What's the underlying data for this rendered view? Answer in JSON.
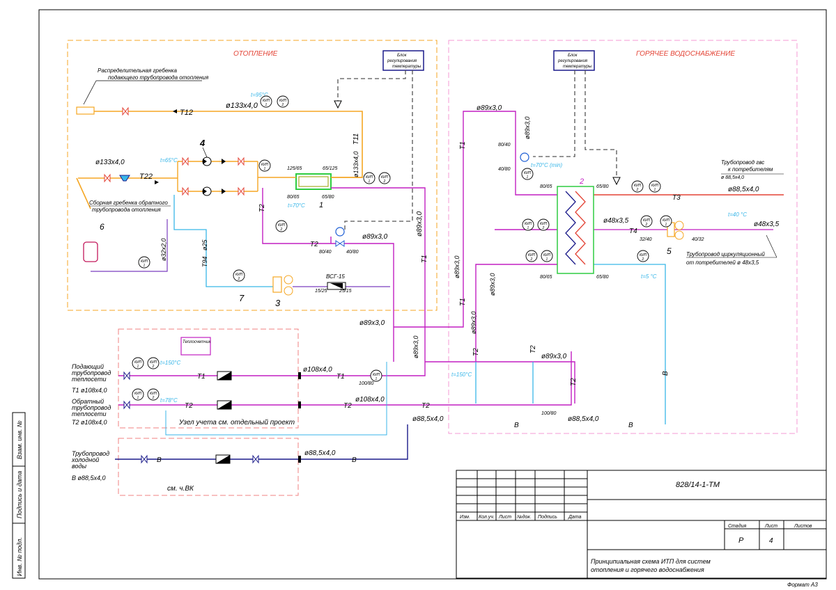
{
  "sections": {
    "heating_title": "ОТОПЛЕНИЕ",
    "dhw_title": "ГОРЯЧЕЕ ВОДОСНАБЖЕНИЕ",
    "meter_note": "Узел учета см. отдельный проект",
    "cold_water_note": "см. ч.ВК"
  },
  "control_blocks": {
    "heating": [
      "Блок",
      "регулирования",
      "температуры"
    ],
    "dhw": [
      "Блок",
      "регулирования",
      "температуры"
    ]
  },
  "heat_meter_label": "Теплосчетчик",
  "labels": {
    "supply_comb": [
      "Распределительная гребенка",
      "подающего трубопровода отопления"
    ],
    "return_comb": [
      "Сборная гребенка обратного",
      "трубопровода отопления"
    ],
    "heat_supply": [
      "Подающий",
      "трубопровод",
      "теплосети"
    ],
    "heat_supply_size": "Т1 ø108х4,0",
    "heat_return": [
      "Обратный",
      "трубопровод",
      "теплосети"
    ],
    "heat_return_size": "Т2 ø108х4,0",
    "cold_water": [
      "Трубопровод",
      "холодной",
      "воды"
    ],
    "cold_water_size": "В ø88,5х4,0",
    "dhw_pipe": [
      "Трубопровод гвс",
      "к потребителям",
      "ø 88,5х4,0"
    ],
    "circ_pipe": [
      "Трубопровод циркуляционный",
      "от потребителей ø 48х3,5"
    ]
  },
  "pipe_labels": {
    "t12": "Т12",
    "t11": "Т11",
    "t22": "Т22",
    "t94": "Т94",
    "t2": "Т2",
    "t1": "Т1",
    "t3": "Т3",
    "t4": "Т4",
    "v": "В"
  },
  "sizes": {
    "d133": "ø133х4,0",
    "d89": "ø89х3,0",
    "d108": "ø108х4,0",
    "d88": "ø88,5х4,0",
    "d48": "ø48х3,5",
    "d32": "ø32х2,0",
    "d25": "ø25",
    "vsg": "ВСГ-15"
  },
  "valve_sizes": {
    "v125_65": "125/65",
    "v65_125": "65/125",
    "v80_65": "80/65",
    "v65_80": "65/80",
    "v80_40": "80/40",
    "v40_80": "40/80",
    "v15_25": "15/25",
    "v25_15": "25/15",
    "v100_80": "100/80",
    "v32_40": "32/40",
    "v40_32": "40/32",
    "v80_65b": "80/65",
    "v65_80b": "65/80"
  },
  "temperatures": {
    "t95": "t=95°C",
    "t65": "t=65°C",
    "t70": "t=70°C",
    "t150": "t=150°C",
    "t78": "t=78°C",
    "t70min": "t=70°C (min)",
    "t40": "t=40 °C",
    "t5": "t=5 °C",
    "t150b": "t=150°C"
  },
  "items": {
    "n1": "1",
    "n2": "2",
    "n3": "3",
    "n4": "4",
    "n5": "5",
    "n6": "6",
    "n7": "7"
  },
  "instrument": {
    "kip": "КИП",
    "kip1": "1",
    "kip2": "2"
  },
  "title_block": {
    "doc_code": "828/14-1-ТМ",
    "headers": [
      "Изм.",
      "Кол.уч.",
      "Лист",
      "№док.",
      "Подпись",
      "Дата"
    ],
    "stage_h": "Стадия",
    "sheet_h": "Лист",
    "sheets_h": "Листов",
    "stage": "Р",
    "sheet": "4",
    "sheets": "",
    "title": [
      "Принципиальная схема ИТП для систем",
      "отопления и горячего водоснабжения"
    ],
    "format": "Формат А3"
  },
  "side_stamp": [
    "Взам. инв. №",
    "Подпись и дата",
    "Инв. № подл."
  ]
}
